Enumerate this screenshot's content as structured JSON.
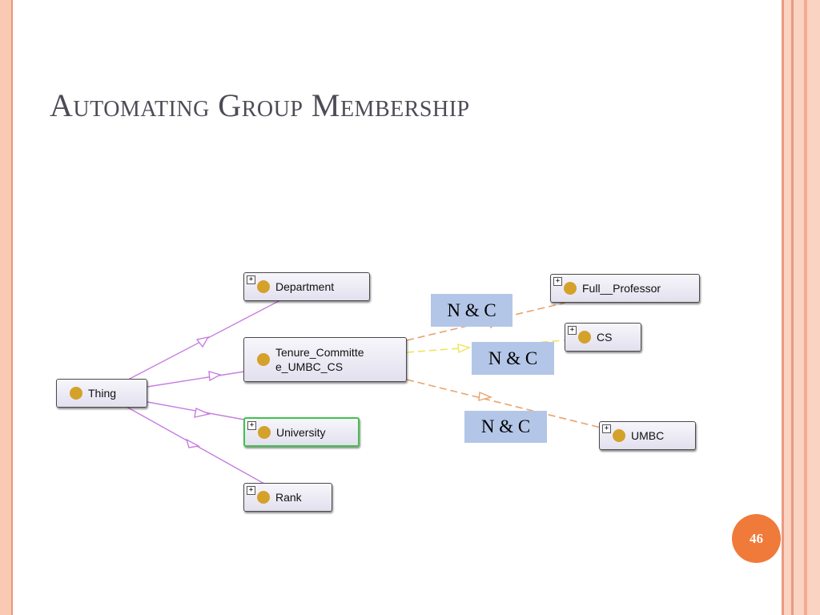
{
  "slide": {
    "title": "Automating Group Membership",
    "page_number": "46"
  },
  "diagram": {
    "nodes": {
      "department": "Department",
      "thing": "Thing",
      "tenure": "Tenure_Committe e_UMBC_CS",
      "university": "University",
      "rank": "Rank",
      "full_professor": "Full__Professor",
      "cs": "CS",
      "umbc": "UMBC"
    },
    "expand_symbol": "+",
    "relation_labels": [
      "N & C",
      "N & C",
      "N & C"
    ],
    "colors": {
      "subclass_edge": "#c77de0",
      "orange_edge": "#e8a36d",
      "yellow_edge": "#f0e45a",
      "node_dot": "#d4a12a",
      "selected_border": "#3fc24c",
      "label_box": "#b3c6e7",
      "page_badge": "#f07a3a"
    }
  }
}
